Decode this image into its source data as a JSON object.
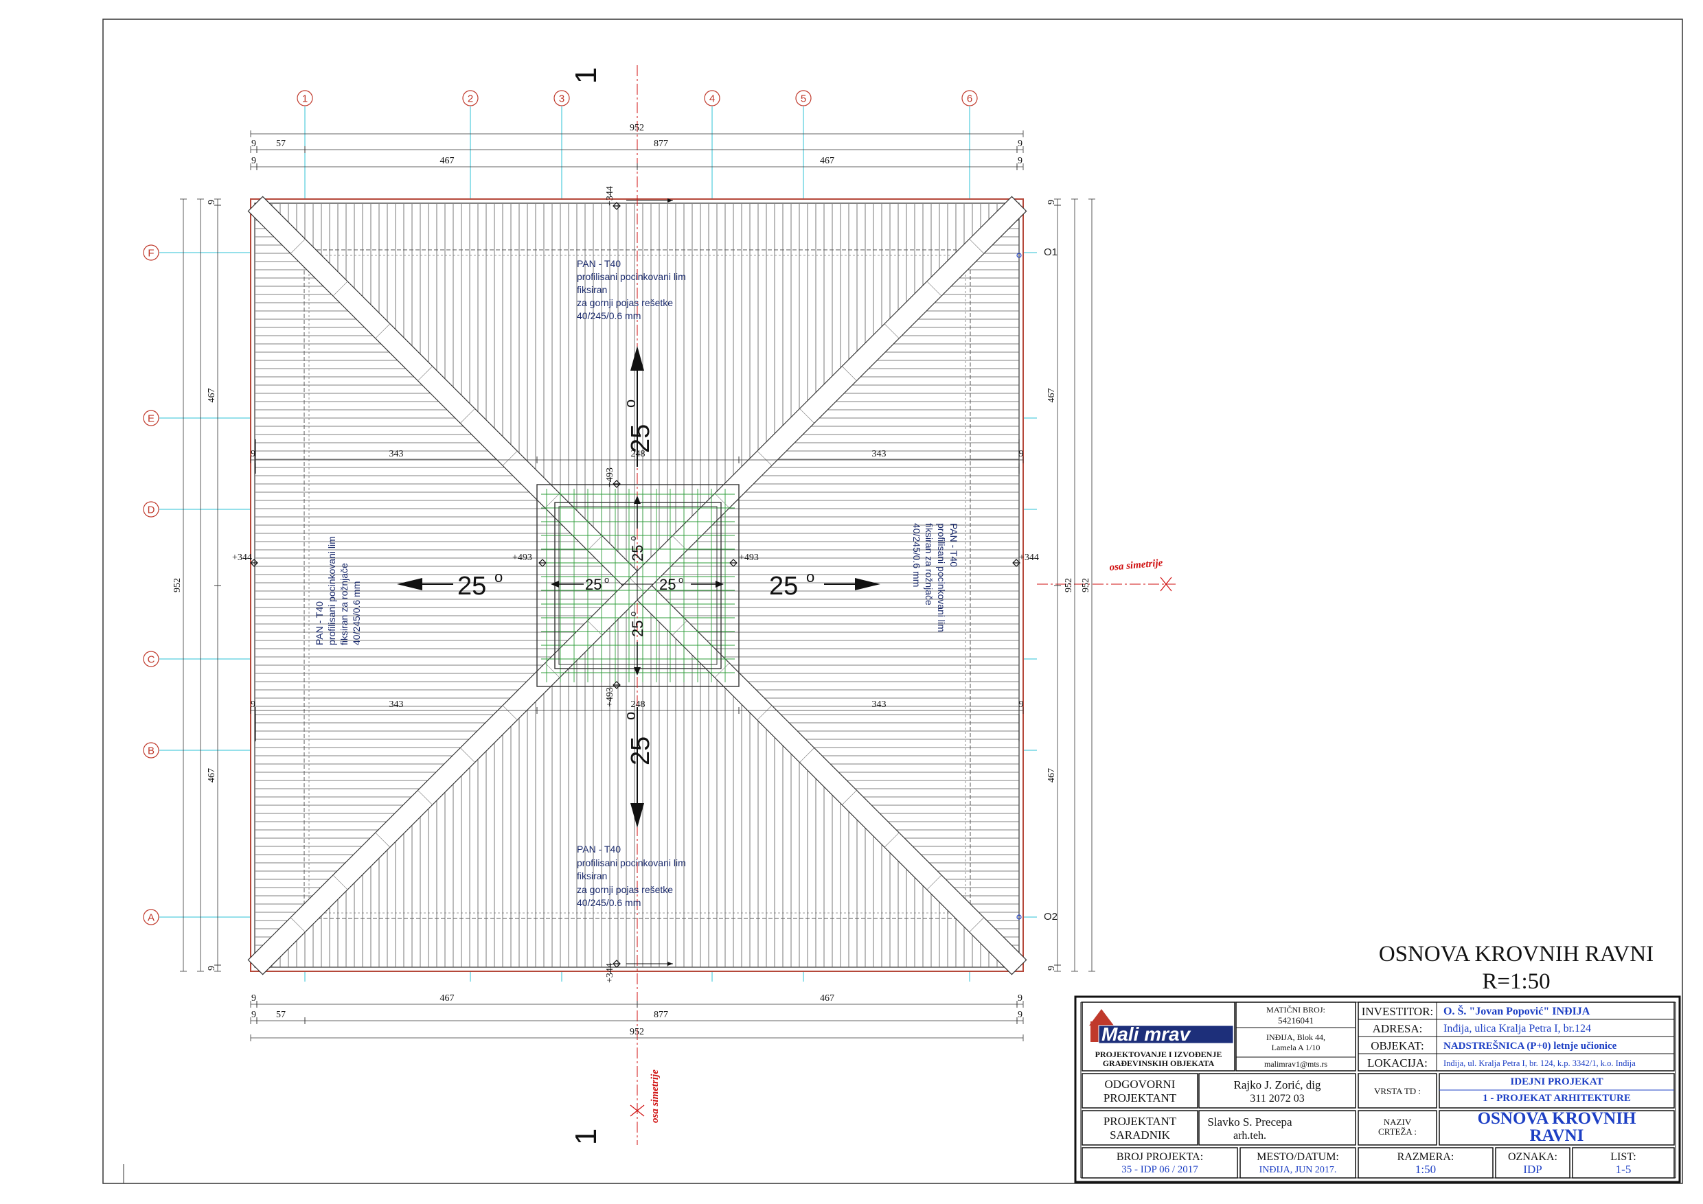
{
  "drawing_title": "OSNOVA KROVNIH RAVNI",
  "drawing_scale": "R=1:50",
  "axes_columns": [
    "1",
    "2",
    "3",
    "4",
    "5",
    "6"
  ],
  "axes_rows": [
    "F",
    "E",
    "D",
    "C",
    "B",
    "A"
  ],
  "dimensions": {
    "overall": "952",
    "edge": "9",
    "column_first": "57",
    "column_rest": "877",
    "half": "467",
    "side_span": "343",
    "middle_span": "248"
  },
  "levels": {
    "eaves": "+344",
    "ridge": "+493"
  },
  "side_marks": [
    "O1",
    "O2"
  ],
  "slopes": {
    "value": "25",
    "degree": "o"
  },
  "notes": {
    "top": [
      "PAN - T40",
      "profilisani  pocinkovani lim",
      "fiksiran",
      "za gornji pojas rešetke",
      "40/245/0.6 mm"
    ],
    "bottom": [
      "PAN - T40",
      "profilisani  pocinkovani lim",
      "fiksiran",
      "za gornji pojas rešetke",
      "40/245/0.6 mm"
    ],
    "left": [
      "PAN - T40",
      "profilisani  pocinkovani lim",
      "fiksiran za rožnjače",
      "40/245/0.6 mm"
    ],
    "right": [
      "PAN - T40",
      "profilisani  pocinkovani lim",
      "fiksiran za rožnjače",
      "40/245/0.6 mm"
    ]
  },
  "symmetry_axis_label": "osa simetrije",
  "section_mark": "1",
  "title_block": {
    "company_logo": "Mali mrav",
    "company_line1": "PROJEKTOVANJE I IZVOĐENJE",
    "company_line2": "GRAĐEVINSKIH OBJEKATA",
    "registration_label": "MATIČNI BROJ:",
    "registration_number": "54216041",
    "address_line1": "INĐIJA, Blok 44,",
    "address_line2": "Lamela A 1/10",
    "email": "malimrav1@mts.rs",
    "investor_label": "INVESTITOR:",
    "investor_value": "O. Š. \"Jovan Popović\" INĐIJA",
    "address_label": "ADRESA:",
    "address_value": "Inđija, ulica Kralja Petra I, br.124",
    "object_label": "OBJEKAT:",
    "object_value": "NADSTREŠNICA (P+0) letnje učionice",
    "location_label": "LOKACIJA:",
    "location_value": "Inđija, ul. Kralja Petra I, br. 124, k.p. 3342/1, k.o. Inđija",
    "responsible_label1": "ODGOVORNI",
    "responsible_label2": "PROJEKTANT",
    "responsible_name": "Rajko J. Zorić, dig",
    "responsible_license": "311 2072 03",
    "doc_type_label": "VRSTA TD :",
    "doc_type_value1": "IDEJNI PROJEKAT",
    "doc_type_value2": "1 - PROJEKAT ARHITEKTURE",
    "associate_label1": "PROJEKTANT",
    "associate_label2": "SARADNIK",
    "associate_name": "Slavko S. Precepa",
    "associate_title": "arh.teh.",
    "drawing_name_label1": "NAZIV",
    "drawing_name_label2": "CRTEŽA :",
    "drawing_name_value1": "OSNOVA KROVNIH",
    "drawing_name_value2": "RAVNI",
    "project_no_label": "BROJ PROJEKTA:",
    "project_no_value": "35 - IDP 06 / 2017",
    "place_date_label": "MESTO/DATUM:",
    "place_date_value": "INĐIJA, JUN 2017.",
    "scale_label": "RAZMERA:",
    "scale_value": "1:50",
    "mark_label": "OZNAKA:",
    "mark_value": "IDP",
    "sheet_label": "LIST:",
    "sheet_value": "1-5"
  },
  "colors": {
    "grid_circle": "#c0392b",
    "grid_line": "#2bc0d6",
    "roof_outline": "#b5483a",
    "skylight_green": "#2e9e3a",
    "symmetry_red": "#d01010",
    "title_blue": "#1d3fc4"
  }
}
